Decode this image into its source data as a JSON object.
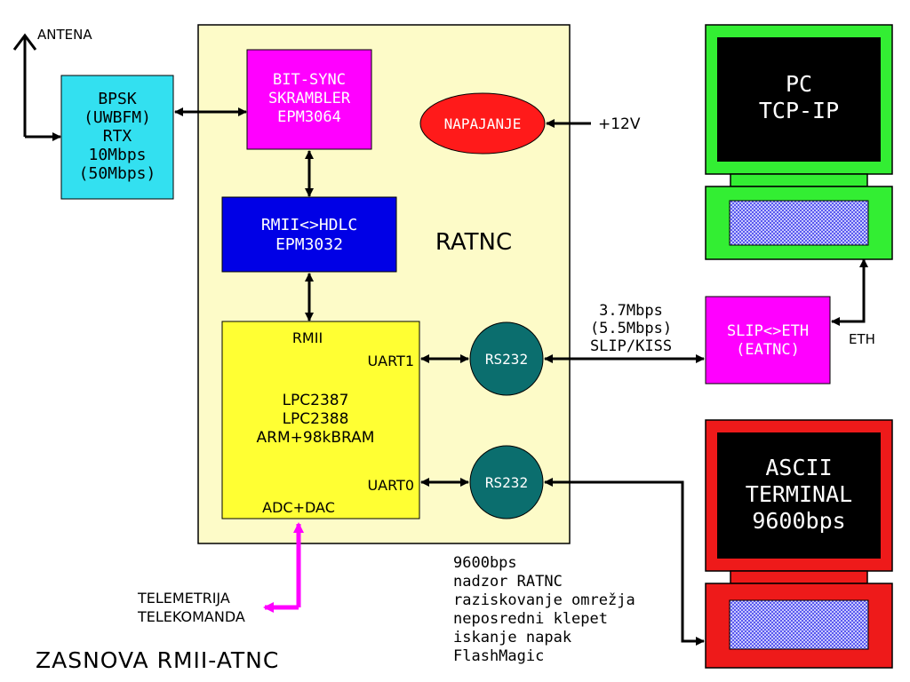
{
  "antenna_label": "ANTENA",
  "bpsk": {
    "line1": "BPSK",
    "line2": "(UWBFM)",
    "line3": "RTX",
    "line4": "10Mbps",
    "line5": "(50Mbps)"
  },
  "ratnc_label": "RATNC",
  "bitsync": {
    "line1": "BIT-SYNC",
    "line2": "SKRAMBLER",
    "line3": "EPM3064"
  },
  "napajanje": "NAPAJANJE",
  "power_in": "+12V",
  "hdlc": {
    "line1": "RMII<>HDLC",
    "line2": "EPM3032"
  },
  "mcu": {
    "rmii": "RMII",
    "uart1": "UART1",
    "line1": "LPC2387",
    "line2": "LPC2388",
    "line3": "ARM+98kBRAM",
    "uart0": "UART0",
    "adc": "ADC+DAC"
  },
  "rs232_1": "RS232",
  "rs232_2": "RS232",
  "link": {
    "line1": "3.7Mbps",
    "line2": "(5.5Mbps)",
    "line3": "SLIP/KISS"
  },
  "slip": {
    "line1": "SLIP<>ETH",
    "line2": "(EATNC)"
  },
  "eth_label": "ETH",
  "pc": {
    "line1": "PC",
    "line2": "TCP-IP"
  },
  "terminal": {
    "line1": "ASCII",
    "line2": "TERMINAL",
    "line3": "9600bps"
  },
  "telemetry": {
    "line1": "TELEMETRIJA",
    "line2": "TELEKOMANDA"
  },
  "title": "ZASNOVA RMII-ATNC",
  "notes": [
    "9600bps",
    "nadzor RATNC",
    "raziskovanje omrežja",
    "neposredni klepet",
    "iskanje napak",
    "FlashMagic"
  ],
  "colors": {
    "ratnc_bg": "#fdfbc8",
    "bpsk": "#33e0f0",
    "bitsync": "#ff00ff",
    "hdlc": "#0000e6",
    "mcu": "#ffff33",
    "napajanje": "#ff1a1a",
    "rs232": "#0b6e6e",
    "slip": "#ff00ff",
    "pc_frame": "#33ee33",
    "terminal_frame": "#ee1a1a",
    "telemetry_wire": "#ff00ff"
  }
}
